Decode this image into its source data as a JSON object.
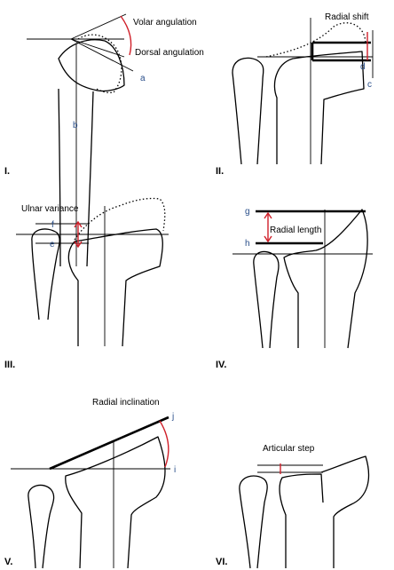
{
  "panels": [
    {
      "id": "I",
      "numeral": "I.",
      "labels": [
        "Volar angulation",
        "Dorsal angulation"
      ],
      "letters": [
        "a",
        "b"
      ]
    },
    {
      "id": "II",
      "numeral": "II.",
      "labels": [
        "Radial shift"
      ],
      "letters": [
        "d",
        "c"
      ]
    },
    {
      "id": "III",
      "numeral": "III.",
      "labels": [
        "Ulnar variance"
      ],
      "letters": [
        "f",
        "e"
      ]
    },
    {
      "id": "IV",
      "numeral": "IV.",
      "labels": [
        "Radial length"
      ],
      "letters": [
        "g",
        "h"
      ]
    },
    {
      "id": "V",
      "numeral": "V.",
      "labels": [
        "Radial inclination"
      ],
      "letters": [
        "j",
        "i"
      ]
    },
    {
      "id": "VI",
      "numeral": "VI.",
      "labels": [
        "Articular step"
      ],
      "letters": []
    }
  ],
  "colors": {
    "measurement": "#d0202a",
    "letters": "#2a4f8a",
    "outline": "#000000"
  }
}
